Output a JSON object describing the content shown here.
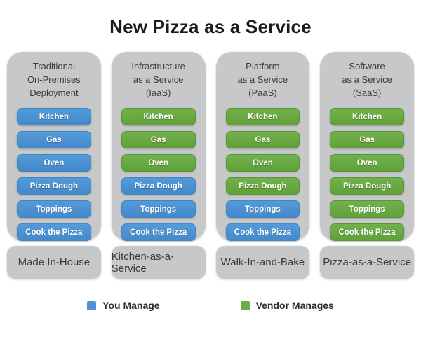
{
  "title": "New Pizza as a Service",
  "colors": {
    "you_manage_blue": "#4d93d6",
    "vendor_manages_green": "#6cab45",
    "panel_gray": "#c7c8c9"
  },
  "columns": [
    {
      "title_lines": [
        "Traditional",
        "On-Premises",
        "Deployment"
      ],
      "items": [
        {
          "label": "Kitchen",
          "managed_by": "you"
        },
        {
          "label": "Gas",
          "managed_by": "you"
        },
        {
          "label": "Oven",
          "managed_by": "you"
        },
        {
          "label": "Pizza Dough",
          "managed_by": "you"
        },
        {
          "label": "Toppings",
          "managed_by": "you"
        },
        {
          "label": "Cook the Pizza",
          "managed_by": "you"
        }
      ],
      "footer": "Made In-House"
    },
    {
      "title_lines": [
        "Infrastructure",
        "as a Service",
        "(IaaS)"
      ],
      "items": [
        {
          "label": "Kitchen",
          "managed_by": "vendor"
        },
        {
          "label": "Gas",
          "managed_by": "vendor"
        },
        {
          "label": "Oven",
          "managed_by": "vendor"
        },
        {
          "label": "Pizza Dough",
          "managed_by": "you"
        },
        {
          "label": "Toppings",
          "managed_by": "you"
        },
        {
          "label": "Cook the Pizza",
          "managed_by": "you"
        }
      ],
      "footer": "Kitchen-as-a-Service"
    },
    {
      "title_lines": [
        "Platform",
        "as a Service",
        "(PaaS)"
      ],
      "items": [
        {
          "label": "Kitchen",
          "managed_by": "vendor"
        },
        {
          "label": "Gas",
          "managed_by": "vendor"
        },
        {
          "label": "Oven",
          "managed_by": "vendor"
        },
        {
          "label": "Pizza Dough",
          "managed_by": "vendor"
        },
        {
          "label": "Toppings",
          "managed_by": "you"
        },
        {
          "label": "Cook the Pizza",
          "managed_by": "you"
        }
      ],
      "footer": "Walk-In-and-Bake"
    },
    {
      "title_lines": [
        "Software",
        "as a Service",
        "(SaaS)"
      ],
      "items": [
        {
          "label": "Kitchen",
          "managed_by": "vendor"
        },
        {
          "label": "Gas",
          "managed_by": "vendor"
        },
        {
          "label": "Oven",
          "managed_by": "vendor"
        },
        {
          "label": "Pizza Dough",
          "managed_by": "vendor"
        },
        {
          "label": "Toppings",
          "managed_by": "vendor"
        },
        {
          "label": "Cook the Pizza",
          "managed_by": "vendor"
        }
      ],
      "footer": "Pizza-as-a-Service"
    }
  ],
  "legend": [
    {
      "label": "You Manage",
      "color": "#4d93d6"
    },
    {
      "label": "Vendor Manages",
      "color": "#6cab45"
    }
  ]
}
